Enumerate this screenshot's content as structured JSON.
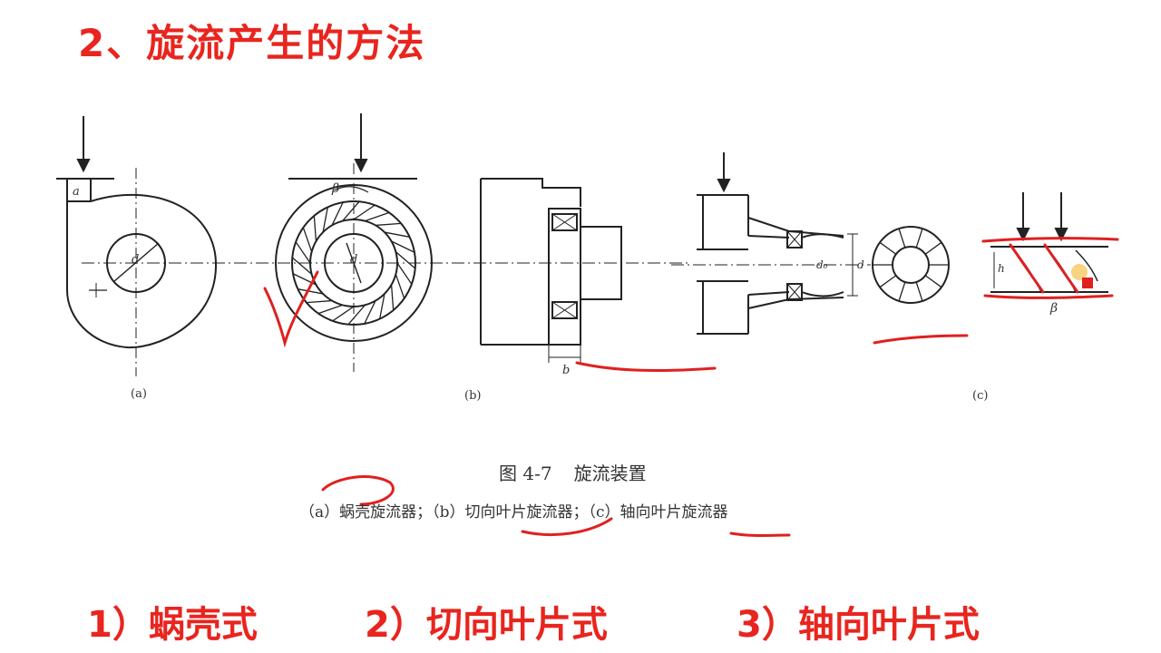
{
  "colors": {
    "accent_red": "#e8251e",
    "line_dark": "#222222",
    "annotation_red": "#e02020"
  },
  "header": {
    "title": "2、旋流产生的方法"
  },
  "figure": {
    "labels": {
      "a": "(a)",
      "b": "(b)",
      "c": "(c)",
      "dim_a": "a",
      "dim_b": "b",
      "dim_d": "d",
      "dim_h": "h",
      "beta": "β",
      "dim_d0": "d₀"
    },
    "caption_number": "图 4-7",
    "caption_title": "旋流装置",
    "caption_legend": "（a）蜗壳旋流器；（b）切向叶片旋流器；（c）轴向叶片旋流器"
  },
  "methods": [
    {
      "label": "1）蜗壳式"
    },
    {
      "label": "2）切向叶片式"
    },
    {
      "label": "3）轴向叶片式"
    }
  ]
}
